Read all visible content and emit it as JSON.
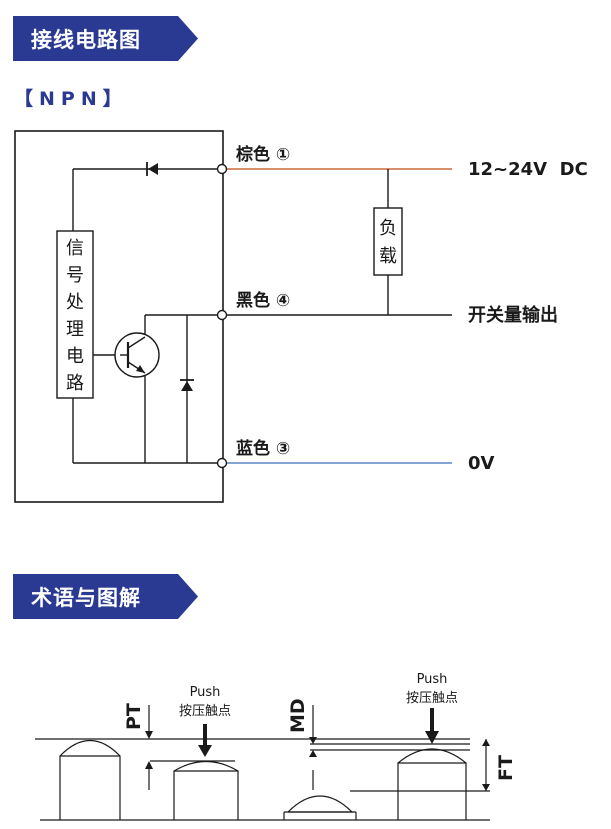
{
  "sections": {
    "wiring_title": "接线电路图",
    "terms_title": "术语与图解"
  },
  "circuit": {
    "type_label": "【NPN】",
    "processing_block": [
      "信",
      "号",
      "处",
      "理",
      "电",
      "路"
    ],
    "load_block": [
      "负",
      "载"
    ],
    "wires": [
      {
        "label": "棕色 ①",
        "target": "12~24V  DC",
        "color": "#c8693a"
      },
      {
        "label": "黑色 ④",
        "target": "开关量输出",
        "color": "#1a1a1a"
      },
      {
        "label": "蓝色 ③",
        "target": "0V",
        "color": "#5b86c5"
      }
    ]
  },
  "terms": {
    "pt": "PT",
    "md": "MD",
    "ft": "FT",
    "push_labels": [
      {
        "en": "Push",
        "zh": "按压触点"
      },
      {
        "en": "Push",
        "zh": "按压触点"
      }
    ]
  },
  "colors": {
    "banner": "#2a3a92",
    "wire_brown": "#c8693a",
    "wire_blue": "#5b86c5"
  }
}
